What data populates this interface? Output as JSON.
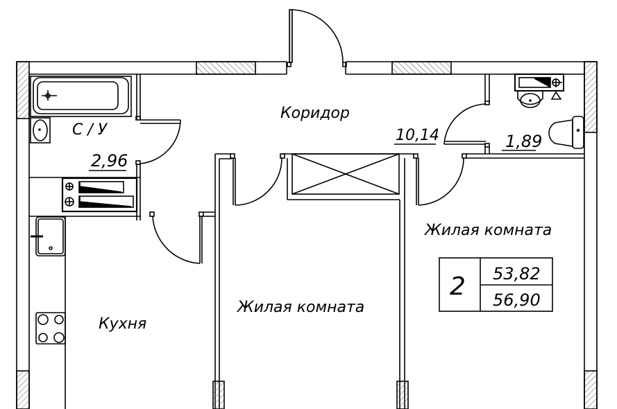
{
  "plan": {
    "rooms": {
      "bathroom": {
        "name": "С / У",
        "area": "2,96"
      },
      "corridor": {
        "name": "Коридор",
        "area": "10,14"
      },
      "toilet": {
        "area": "1,89"
      },
      "kitchen": {
        "name": "Кухня"
      },
      "living_center": {
        "name": "Жилая комната"
      },
      "living_right": {
        "name": "Жилая комната"
      }
    },
    "summary": {
      "rooms_count": "2",
      "living_area": "53,82",
      "total_area": "56,90"
    }
  },
  "colors": {
    "line": "#000000",
    "background": "#ffffff",
    "hatch": "#555555"
  }
}
